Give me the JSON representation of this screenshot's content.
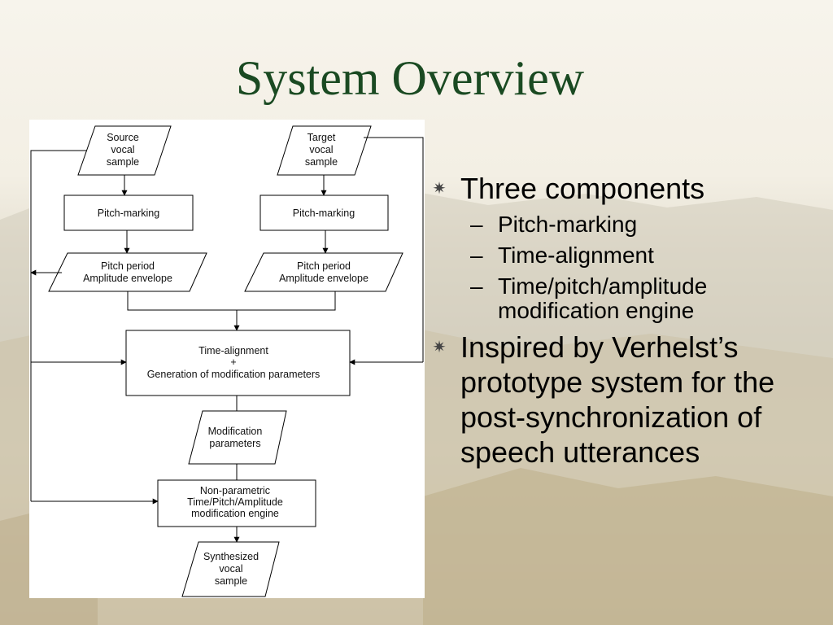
{
  "title": "System Overview",
  "diagram": {
    "source_input": [
      "Source",
      "vocal",
      "sample"
    ],
    "target_input": [
      "Target",
      "vocal",
      "sample"
    ],
    "pitch_marking_left": "Pitch-marking",
    "pitch_marking_right": "Pitch-marking",
    "period_left": [
      "Pitch period",
      "Amplitude envelope"
    ],
    "period_right": [
      "Pitch period",
      "Amplitude envelope"
    ],
    "time_alignment": [
      "Time-alignment",
      "+",
      "Generation of modification parameters"
    ],
    "mod_params": [
      "Modification",
      "parameters"
    ],
    "engine": [
      "Non-parametric",
      "Time/Pitch/Amplitude",
      "modification engine"
    ],
    "output": [
      "Synthesized",
      "vocal",
      "sample"
    ]
  },
  "bullets": [
    {
      "text": "Three components",
      "sub": [
        "Pitch-marking",
        "Time-alignment",
        "Time/pitch/amplitude modification engine"
      ]
    },
    {
      "text": "Inspired by Verhelst’s prototype system for the post-synchronization of speech utterances",
      "sub": []
    }
  ],
  "colors": {
    "title": "#1a4a22",
    "text": "#000000"
  }
}
